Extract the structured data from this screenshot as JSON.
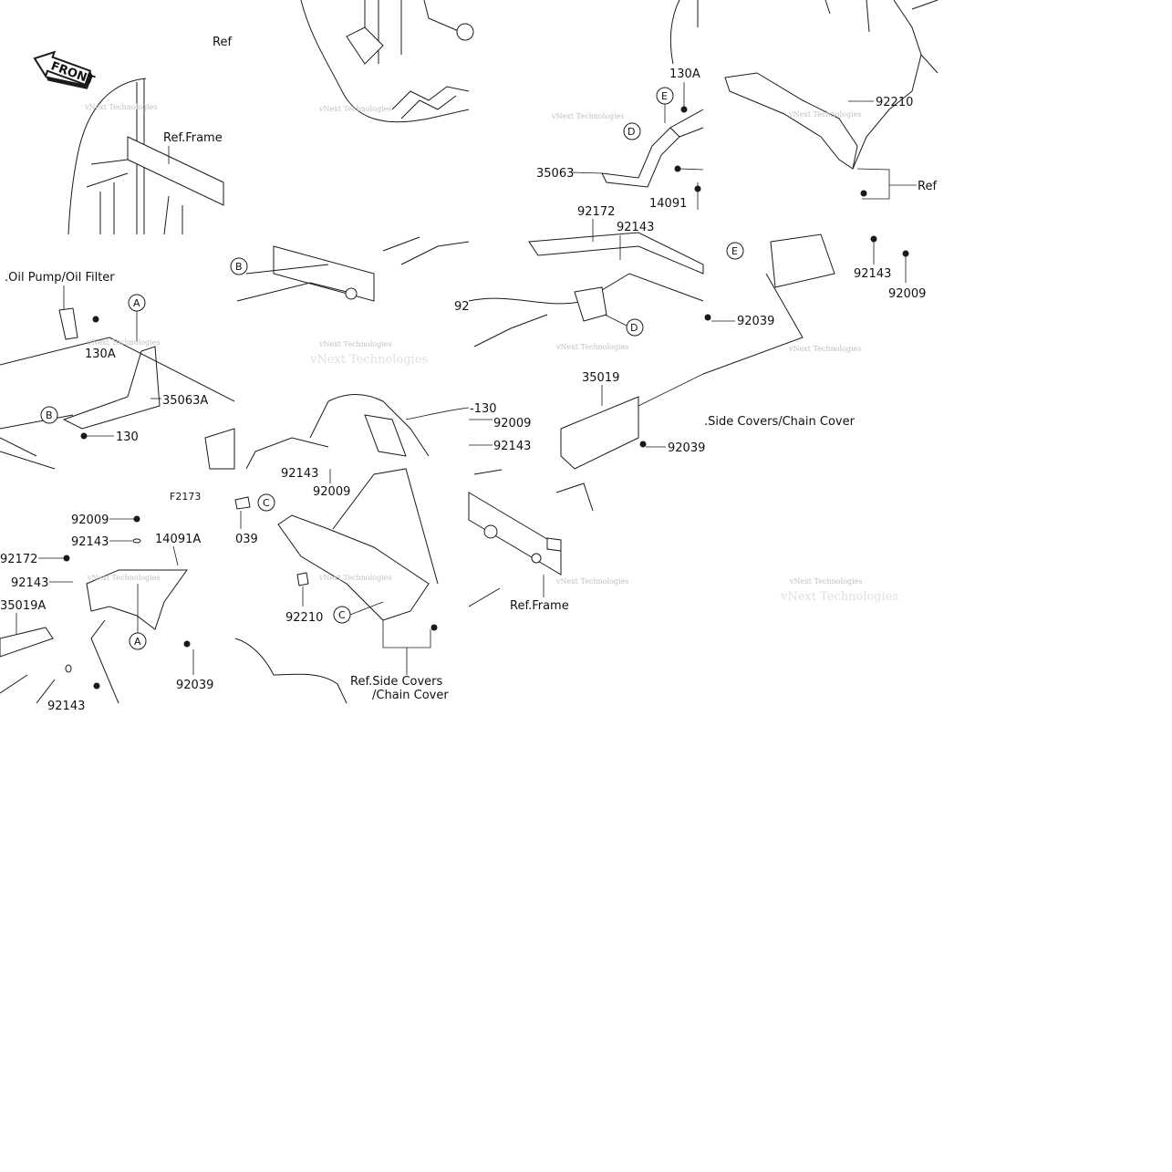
{
  "figure_code": "F2173",
  "front_label": "FRONT",
  "watermark": "vNext Technologies",
  "callouts": {
    "A1": "A",
    "A2": "A",
    "B1": "B",
    "B2": "B",
    "C1": "C",
    "C2": "C",
    "D1": "D",
    "D2": "D",
    "E1": "E",
    "E2": "E"
  },
  "labels": {
    "ref_top": "Ref",
    "ref_frame_1": "Ref.Frame",
    "p130A_1": "130A",
    "p35063": "35063",
    "p14091": "14091",
    "p92210_1": "92210",
    "ref_right": "Ref",
    "oil_pump": ".Oil Pump/Oil Filter",
    "p130A_2": "130A",
    "p35063A": "35063A",
    "p130_1": "130",
    "p92172_1": "92172",
    "p92143_1": "92143",
    "p92_partial": "92",
    "p92039_1": "92039",
    "p92143_2": "92143",
    "p92009_1": "92009",
    "p35019": "35019",
    "p92039_2": "92039",
    "side_covers_1": ".Side Covers/Chain Cover",
    "p130_2": "-130",
    "p92009_2": "92009",
    "p92143_3": "92143",
    "p92143_4": "92143",
    "p92009_3": "92009",
    "p039": "039",
    "p92009_4": "92009",
    "p92143_5": "92143",
    "p14091A": "14091A",
    "p92172_2": "92172",
    "p92143_6": "92143",
    "p35019A": "35019A",
    "p92039_3": "92039",
    "p92143_7": "92143",
    "p92210_2": "92210",
    "side_covers_2a": "Ref.Side Covers",
    "side_covers_2b": "/Chain Cover",
    "ref_frame_2": "Ref.Frame"
  }
}
